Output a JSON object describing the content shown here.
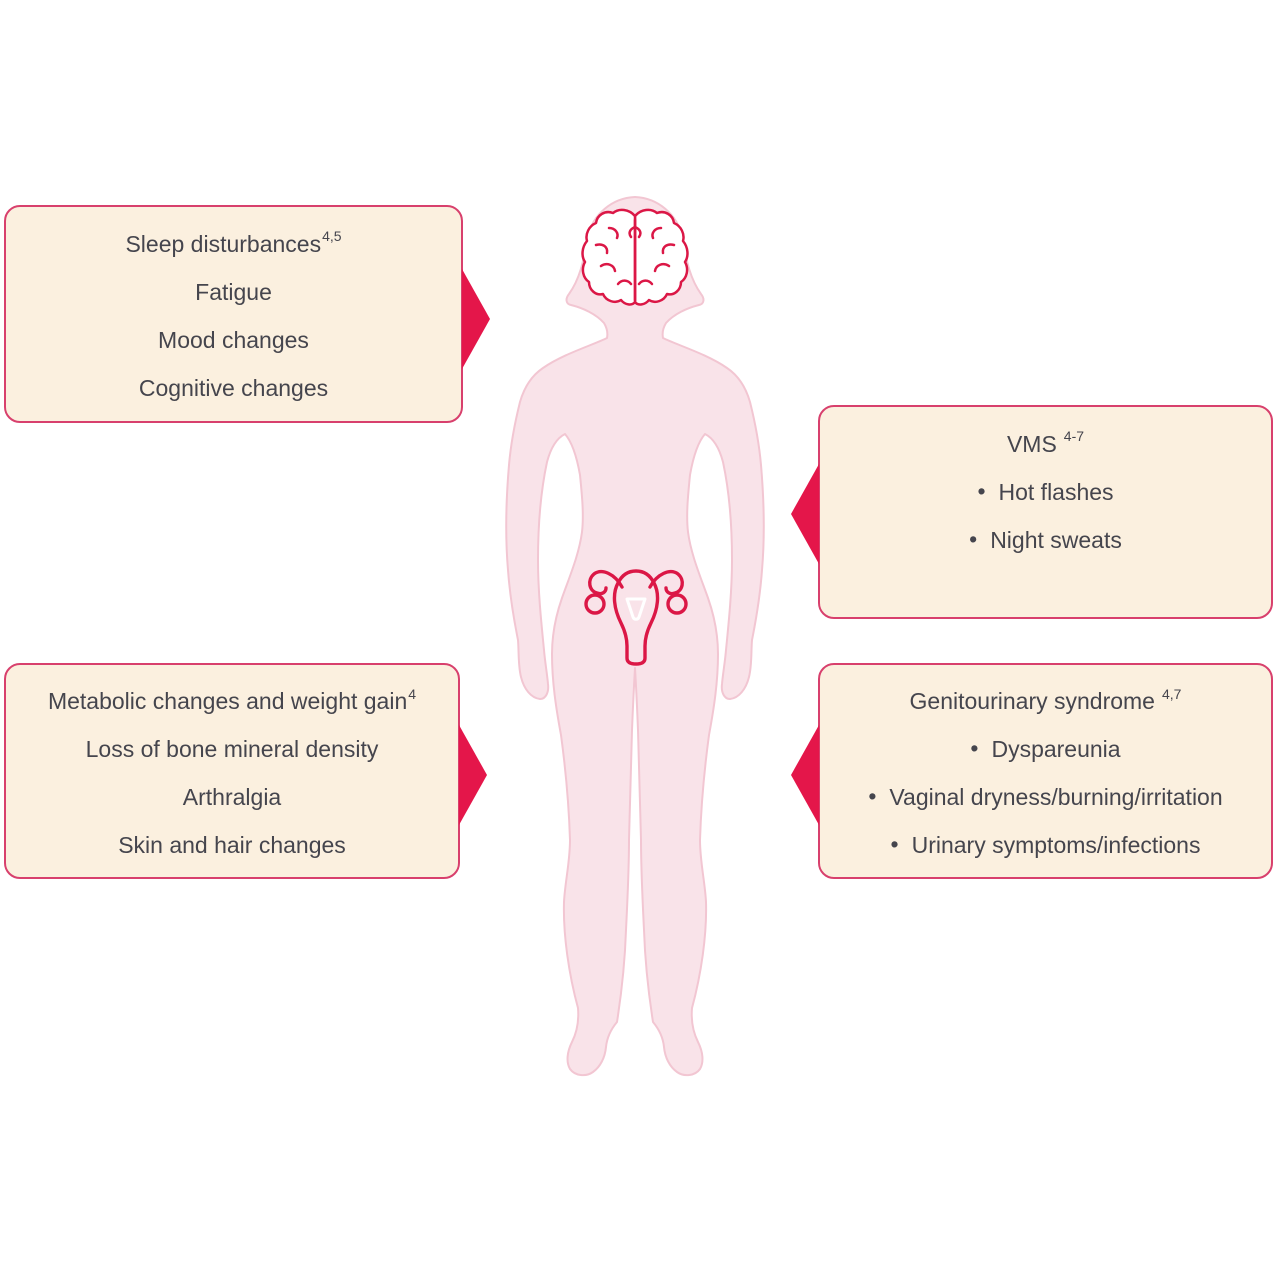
{
  "colors": {
    "background": "#FFFFFF",
    "accent_red": "#E4164A",
    "box_border": "#D8406D",
    "box_background": "#FBF0DF",
    "body_fill": "#F9E3E9",
    "body_outline": "#F2C6D2",
    "icon_stroke_red": "#DB1746",
    "text": "#45454D"
  },
  "figure": {
    "description": "female-body-silhouette",
    "icons": [
      {
        "name": "brain-icon"
      },
      {
        "name": "uterus-icon"
      }
    ]
  },
  "boxes": {
    "neurocognitive": {
      "items": [
        {
          "text": "Sleep disturbances",
          "sup": "4,5"
        },
        {
          "text": "Fatigue",
          "sup": ""
        },
        {
          "text": "Mood changes",
          "sup": ""
        },
        {
          "text": "Cognitive changes",
          "sup": ""
        }
      ]
    },
    "vms": {
      "title": "VMS",
      "title_sup": "4-7",
      "bullet": "•",
      "items": [
        {
          "text": "Hot flashes"
        },
        {
          "text": "Night sweats"
        }
      ]
    },
    "metabolic": {
      "items": [
        {
          "text": "Metabolic changes and weight gain",
          "sup": "4"
        },
        {
          "text": "Loss of bone mineral density",
          "sup": ""
        },
        {
          "text": "Arthralgia",
          "sup": ""
        },
        {
          "text": "Skin and hair changes",
          "sup": ""
        }
      ]
    },
    "genitourinary": {
      "title": "Genitourinary syndrome",
      "title_sup": "4,7",
      "bullet": "•",
      "items": [
        {
          "text": "Dyspareunia"
        },
        {
          "text": "Vaginal dryness/burning/irritation"
        },
        {
          "text": "Urinary symptoms/infections"
        }
      ]
    }
  }
}
